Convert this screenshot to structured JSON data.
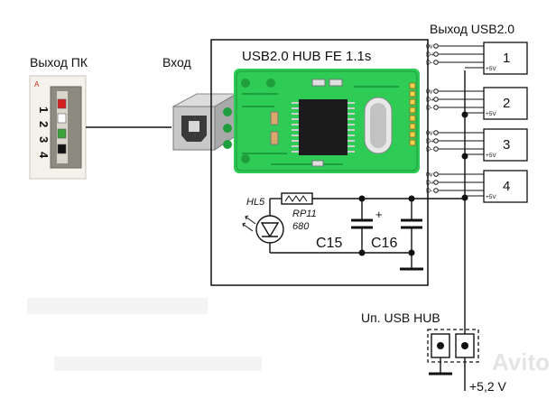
{
  "labels": {
    "pc_output": "Выход ПК",
    "input": "Вход",
    "board_title": "USB2.0 HUB FE 1.1s",
    "usb_output": "Выход USB2.0",
    "power_title": "Uп. USB HUB",
    "power_value": "+5,2 V",
    "watermark": "Avito"
  },
  "connector_pins": [
    "1",
    "2",
    "3",
    "4"
  ],
  "connector_pin_colors": [
    "#d62020",
    "#ffffff",
    "#3aa23a",
    "#111111"
  ],
  "ports": [
    {
      "number": "1",
      "pins": [
        "0v",
        "D+",
        "D-"
      ],
      "supply": "+5V"
    },
    {
      "number": "2",
      "pins": [
        "0v",
        "D+",
        "D-"
      ],
      "supply": "+5V"
    },
    {
      "number": "3",
      "pins": [
        "0v",
        "D+",
        "D-"
      ],
      "supply": "+5V"
    },
    {
      "number": "4",
      "pins": [
        "0v",
        "D+",
        "D-"
      ],
      "supply": "+5V"
    }
  ],
  "components": {
    "led": "HL5",
    "resistor": "RP11",
    "resistor_value": "680",
    "cap1": "C15",
    "cap2": "C16",
    "cap_polarity": "+"
  },
  "colors": {
    "pcb": "#2ecb55",
    "pcb_dark": "#1f9e3d",
    "chip": "#1b1b1b",
    "line": "#111111"
  }
}
